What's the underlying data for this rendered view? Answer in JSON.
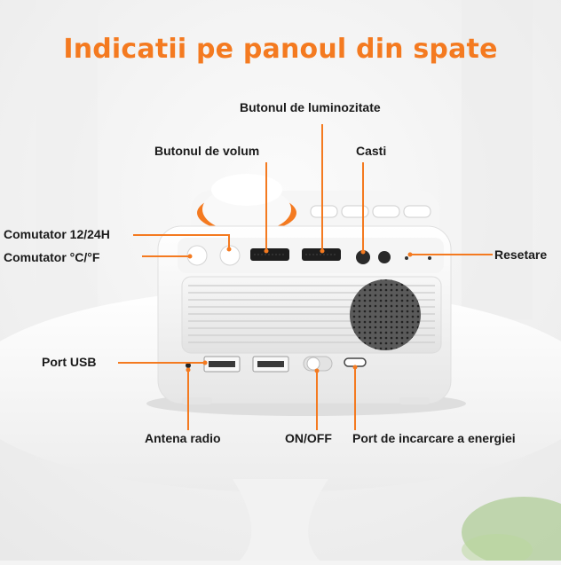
{
  "title": "Indicatii pe panoul din spate",
  "labels": {
    "brightness_button": "Butonul de luminozitate",
    "volume_button": "Butonul de volum",
    "headphones": "Casti",
    "time_format_switch": "Comutator 12/24H",
    "temperature_switch": "Comutator °C/°F",
    "reset": "Resetare",
    "usb_port": "Port USB",
    "radio_antenna": "Antena radio",
    "power_switch": "ON/OFF",
    "charging_port": "Port de incarcare a energiei"
  },
  "colors": {
    "accent": "#f47a20",
    "leader_line": "#f47a20",
    "text": "#1a1a1a"
  }
}
